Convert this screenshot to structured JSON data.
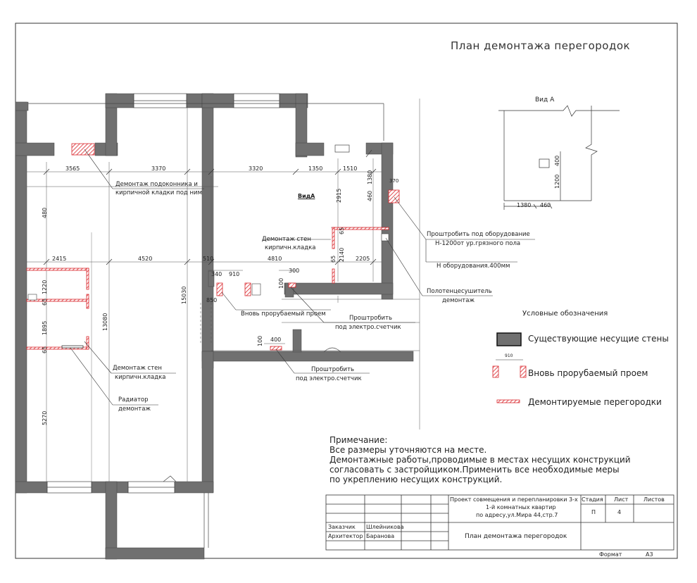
{
  "sheet": {
    "title": "План демонтажа перегородок",
    "view_label": "Вид А",
    "view_marker": "ВидА"
  },
  "dimensions": {
    "top": [
      "3565",
      "3370",
      "3320",
      "1350",
      "1510"
    ],
    "middle": [
      "2415",
      "4520",
      "510",
      "4810",
      "2205"
    ],
    "right_vert": [
      "2915",
      "1380",
      "460",
      "65",
      "2140",
      "370"
    ],
    "left_vert": [
      "480",
      "1220",
      "65",
      "1895",
      "65",
      "5270"
    ],
    "height_total": "15030",
    "height_13000": "13080",
    "small": [
      "340",
      "910",
      "300",
      "100",
      "850",
      "100",
      "400",
      "65"
    ],
    "view_a": [
      "1380",
      "460",
      "1200",
      "400"
    ]
  },
  "callouts": {
    "sill": [
      "Демонтаж подоконника и",
      "кирпичной кладки под ним"
    ],
    "walls_right": [
      "Демонтаж стен",
      "кирпичн.кладка"
    ],
    "equipment": [
      "Проштробить под оборудование",
      "H-1200от ур.грязного пола"
    ],
    "equipment2": "Н оборудования.400мм",
    "towel": [
      "Полотенцесушитель",
      "демонтаж"
    ],
    "new_opening": "Вновь прорубаемый проем",
    "meter1": [
      "Проштробить",
      "под электро.счетчик"
    ],
    "meter2": [
      "Проштробить",
      "под электро.счетчик"
    ],
    "walls_left": [
      "Демонтаж стен",
      "кирпичн.кладка"
    ],
    "radiator": [
      "Радиатор",
      "демонтаж"
    ]
  },
  "legend": {
    "header": "Условные обозначения",
    "existing": "Существующие  несущие стены",
    "opening_dim": "910",
    "opening": "Вновь прорубаемый проем",
    "partitions": "Демонтируемые перегородки"
  },
  "notes": {
    "header": "Примечание:",
    "lines": [
      "Все размеры уточняются на месте.",
      "Демонтажные работы,проводимые в местах несущих конструкций",
      "согласовать с застройщиком.Применить все необходимые меры",
      "по укреплению несущих конструкций."
    ]
  },
  "title_block": {
    "project": [
      "Проект совмещения и перепланировки 3-х",
      "1-й комнатных квартир",
      "по адресу,ул.Мира 44,стр.7"
    ],
    "stage_h": "Стадия",
    "sheet_h": "Лист",
    "sheets_h": "Листов",
    "stage": "П",
    "sheet": "4",
    "customer_label": "Заказчик",
    "customer": "Шлейникова",
    "architect_label": "Архитектор",
    "architect": "Баранова",
    "drawing": "План демонтажа перегородок",
    "format_label": "Формат",
    "format": "А3"
  },
  "colors": {
    "wall": "#707070",
    "demolish": "#d9262c",
    "line": "#333333"
  }
}
